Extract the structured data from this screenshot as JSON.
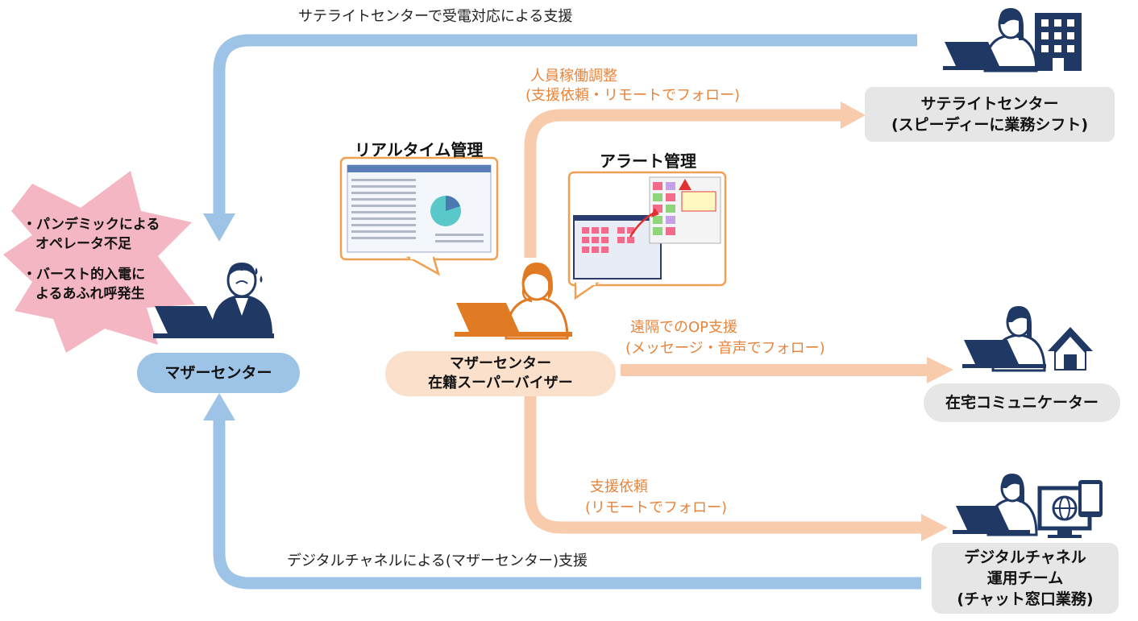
{
  "nodes": {
    "mother_center": "マザーセンター",
    "supervisor": [
      "マザーセンター",
      "在籍スーパーバイザー"
    ],
    "satellite": [
      "サテライトセンター",
      "(スピーディーに業務シフト)"
    ],
    "home": "在宅コミュニケーター",
    "digital": [
      "デジタルチャネル",
      "運用チーム",
      "(チャット窓口業務)"
    ]
  },
  "labels": {
    "top_flow": "サテライトセンターで受電対応による支援",
    "bottom_flow": "デジタルチャネルによる(マザーセンター)支援",
    "staffing": [
      "人員稼働調整",
      "(支援依頼・リモートでフォロー)"
    ],
    "remote_op": [
      "遠隔でのOP支援",
      "(メッセージ・音声でフォロー)"
    ],
    "support_request": [
      "支援依頼",
      "(リモートでフォロー)"
    ]
  },
  "panels": {
    "realtime": "リアルタイム管理",
    "alert": "アラート管理"
  },
  "problems": [
    "・パンデミックによる",
    "オペレータ不足",
    "・バースト的入電に",
    "よるあふれ呼発生"
  ],
  "colors": {
    "blue_flow": "#9dc3e6",
    "orange_flow": "#f8cbad",
    "mother_box": "#9dc3e6",
    "supervisor_box": "#fbe0cc",
    "gray_box": "#e6e6e6",
    "burst": "#f4b6c2",
    "navy": "#1f3864",
    "orange_laptop": "#e07b24"
  },
  "icons": [
    "stressed-operator-icon",
    "supervisor-operator-icon",
    "operator-office-building-icon",
    "operator-home-icon",
    "operator-globe-tablet-icon"
  ]
}
